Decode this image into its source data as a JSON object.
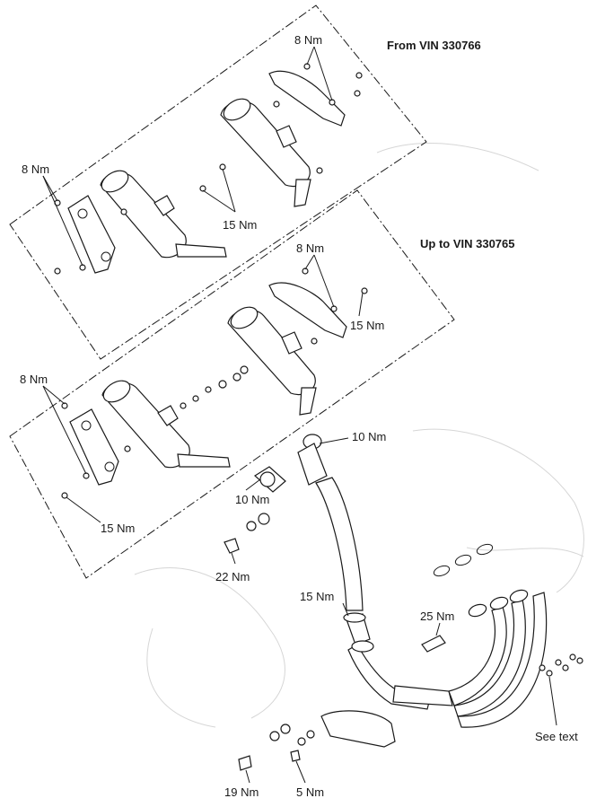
{
  "headings": {
    "upper_group": "From VIN 330766",
    "lower_group": "Up to VIN 330765"
  },
  "torque_labels": {
    "upper_heatshield_bolts": "8 Nm",
    "upper_left_heatshield_bolts": "8 Nm",
    "upper_silencer_bolts": "15 Nm",
    "lower_heatshield_bolts": "8 Nm",
    "lower_right_bracket_bolt": "15 Nm",
    "lower_left_heatshield_bolts": "8 Nm",
    "lower_left_bracket_bolt": "15 Nm",
    "link_pipe_clamp_upper": "10 Nm",
    "link_pipe_clamp_lower": "10 Nm",
    "mounting_bolt": "22 Nm",
    "downpipe_clamp": "15 Nm",
    "lambda_sensor": "25 Nm",
    "header_nuts": "See text",
    "rear_mount_bolt": "19 Nm",
    "heatshield_screw": "5 Nm"
  }
}
